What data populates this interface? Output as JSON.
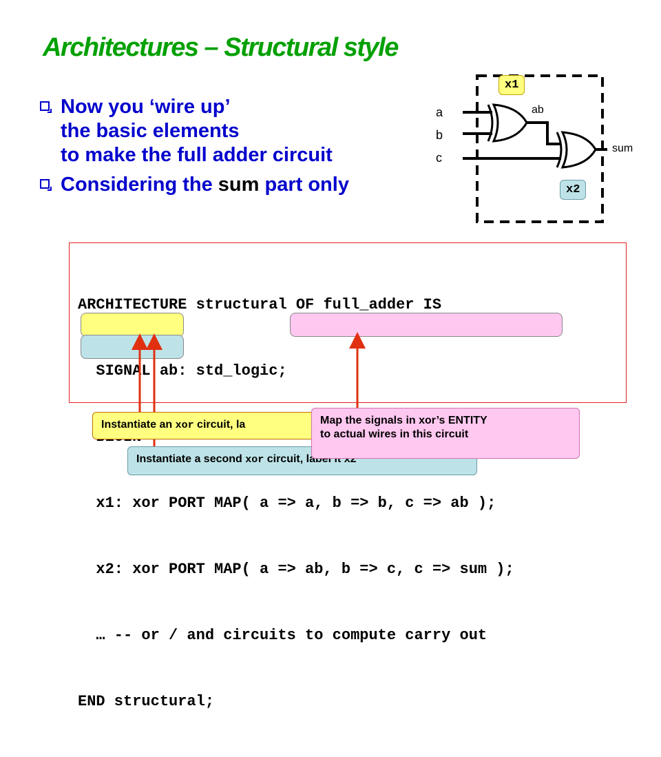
{
  "title": "Architectures – Structural style",
  "bullets": [
    {
      "lines": [
        "Now you ‘wire up’",
        "the basic elements",
        "to make the full adder circuit"
      ]
    },
    {
      "before": "Considering the ",
      "highlight": "sum",
      "after": " part only"
    }
  ],
  "circuit": {
    "inputs": [
      "a",
      "b",
      "c"
    ],
    "wire_label": "ab",
    "output_label": "sum",
    "gate1_label": "x1",
    "gate2_label": "x2"
  },
  "code": {
    "lines": [
      "ARCHITECTURE structural OF full_adder IS",
      "  SIGNAL ab: std_logic;",
      "  BEGIN",
      "  x1: xor PORT MAP( a => a, b => b, c => ab );",
      "  x2: xor PORT MAP( a => ab, b => c, c => sum );",
      "  … -- or / and circuits to compute carry out",
      "END structural;"
    ]
  },
  "callouts": {
    "instantiate_first": {
      "text_before": "Instantiate an ",
      "code": "xor",
      "text_after": " circuit, la"
    },
    "instantiate_second": {
      "text_before": "Instantiate a second ",
      "code": "xor",
      "text_after": " circuit, label it x2"
    },
    "map_signals": {
      "line1": "Map the signals in xor’s ENTITY",
      "line2": "to actual wires in this circuit"
    }
  },
  "colors": {
    "title": "#00a000",
    "bullet_text": "#0000cc",
    "gate1_fill": "#ffff80",
    "gate2_fill": "#bde3e8",
    "highlight_portmap": "#ffc8f0",
    "callout_yellow": "#ffff80",
    "callout_blue": "#bde3e8",
    "callout_pink": "#ffc8f0",
    "arrow": "#e03010",
    "code_border": "#e02020"
  }
}
